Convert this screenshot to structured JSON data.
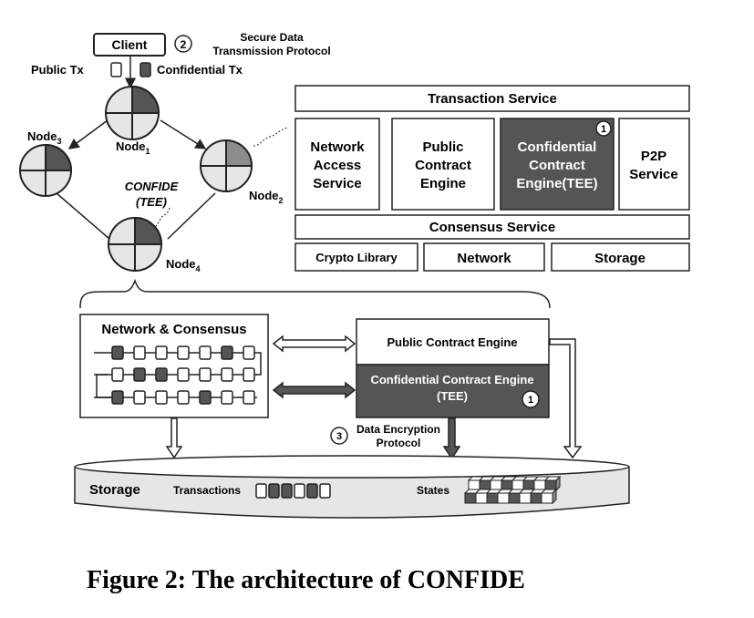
{
  "client": {
    "label": "Client"
  },
  "markers": {
    "one": "1",
    "two": "2",
    "three": "3"
  },
  "protocol": {
    "line1": "Secure Data",
    "line2": "Transmission Protocol"
  },
  "tx_legend": {
    "public": "Public Tx",
    "confidential": "Confidential Tx"
  },
  "nodes": {
    "node1": {
      "name": "Node",
      "sub": "1"
    },
    "node2": {
      "name": "Node",
      "sub": "2"
    },
    "node3": {
      "name": "Node",
      "sub": "3"
    },
    "node4": {
      "name": "Node",
      "sub": "4"
    }
  },
  "tee_note": {
    "line1": "CONFIDE",
    "line2": "(TEE)"
  },
  "layers": {
    "transaction_service": "Transaction Service",
    "network_access": [
      "Network",
      "Access",
      "Service"
    ],
    "public_engine": [
      "Public",
      "Contract",
      "Engine"
    ],
    "confidential_engine": [
      "Confidential",
      "Contract",
      "Engine(TEE)"
    ],
    "p2p": [
      "P2P",
      "Service"
    ],
    "consensus_service": "Consensus Service",
    "crypto_library": "Crypto Library",
    "network": "Network",
    "storage": "Storage"
  },
  "detail": {
    "network_consensus": "Network & Consensus",
    "public_engine": "Public Contract Engine",
    "confidential_engine_line1": "Confidential Contract Engine",
    "confidential_engine_line2": "(TEE)",
    "data_encryption_line1": "Data Encryption",
    "data_encryption_line2": "Protocol",
    "storage": "Storage",
    "transactions": "Transactions",
    "states": "States"
  },
  "caption": "Figure 2: The architecture of CONFIDE",
  "colors": {
    "dark": "#555555",
    "light": "#e6e6e6",
    "mid": "#8c8c8c",
    "line": "#222222"
  }
}
